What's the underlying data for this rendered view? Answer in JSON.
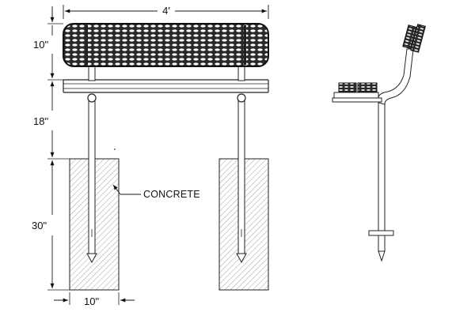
{
  "drawing": {
    "dimensions": {
      "overall_width": "4'",
      "backrest_height": "10\"",
      "leg_height": "18\"",
      "embed_depth": "30\"",
      "footing_width": "10\""
    },
    "callouts": {
      "concrete": "CONCRETE"
    }
  }
}
